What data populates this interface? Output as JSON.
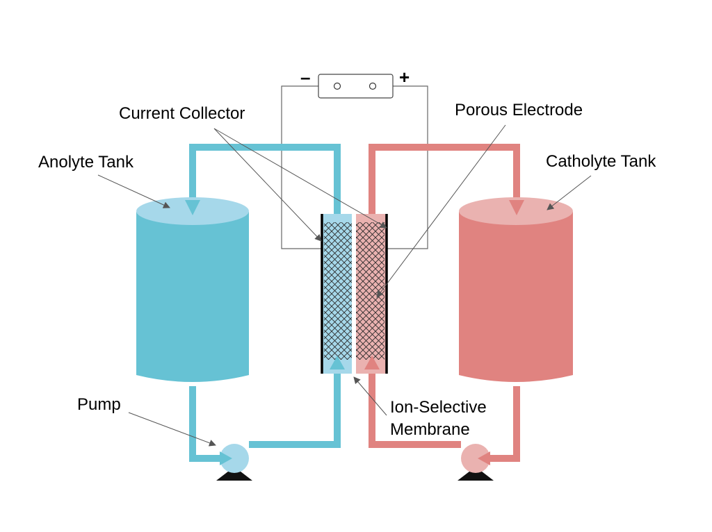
{
  "labels": {
    "current_collector": "Current Collector",
    "porous_electrode": "Porous Electrode",
    "anolyte_tank": "Anolyte Tank",
    "catholyte_tank": "Catholyte Tank",
    "pump": "Pump",
    "membrane_line1": "Ion-Selective",
    "membrane_line2": "Membrane"
  },
  "terminals": {
    "negative": "–",
    "positive": "+"
  },
  "colors": {
    "anolyte": "#66c2d4",
    "anolyte_light": "#a6d8ea",
    "catholyte": "#e08380",
    "catholyte_light": "#eab2b0",
    "outline": "#555555",
    "pump_base": "#111111"
  }
}
